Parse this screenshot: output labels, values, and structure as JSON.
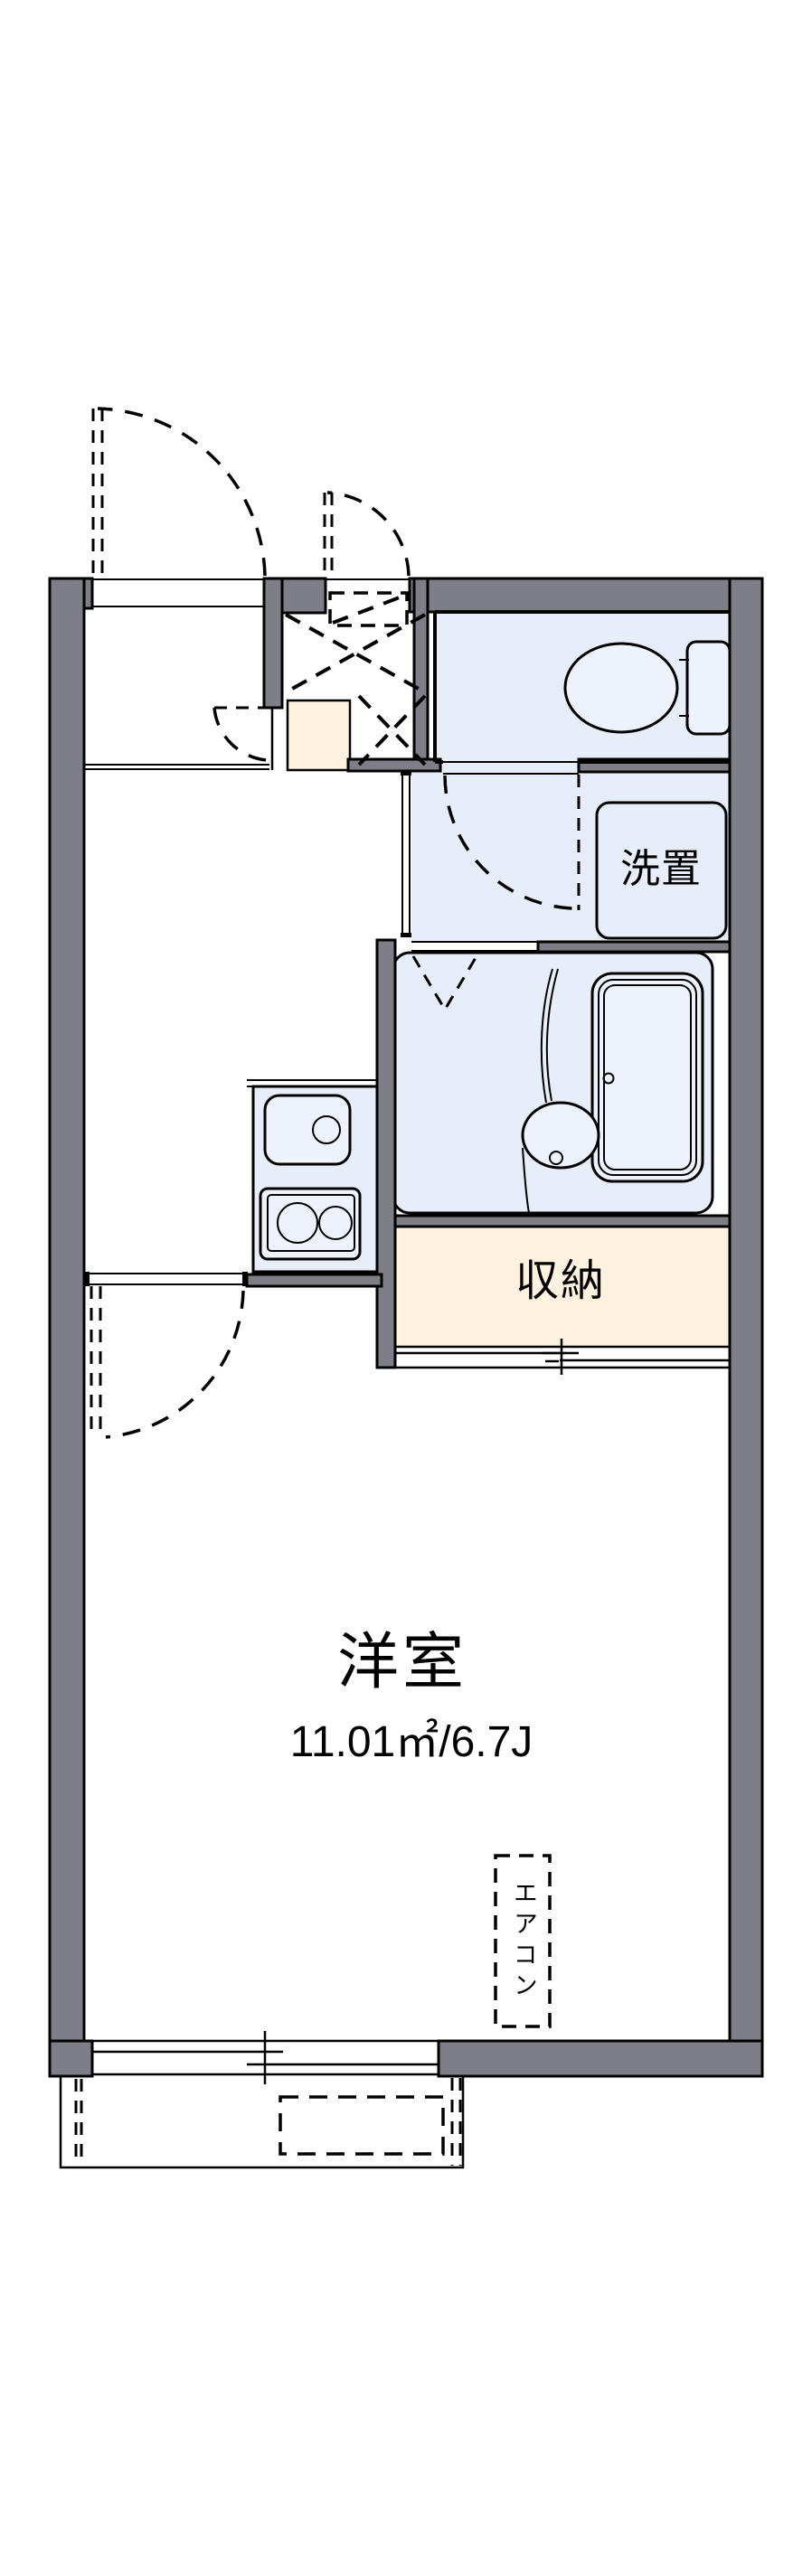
{
  "title": "apartment-floorplan",
  "colors": {
    "bg": "#FFFFFF",
    "ink": "#000000",
    "wall": "#7E7E86",
    "wet": "#E7EEF9",
    "fixture": "#EDF2FC",
    "storage": "#FDF2DF"
  },
  "labels": {
    "main_room": "洋室",
    "main_room_area": "11.01㎡/6.7J",
    "storage": "収納",
    "laundry": "洗置",
    "aircon": "エアコン"
  }
}
